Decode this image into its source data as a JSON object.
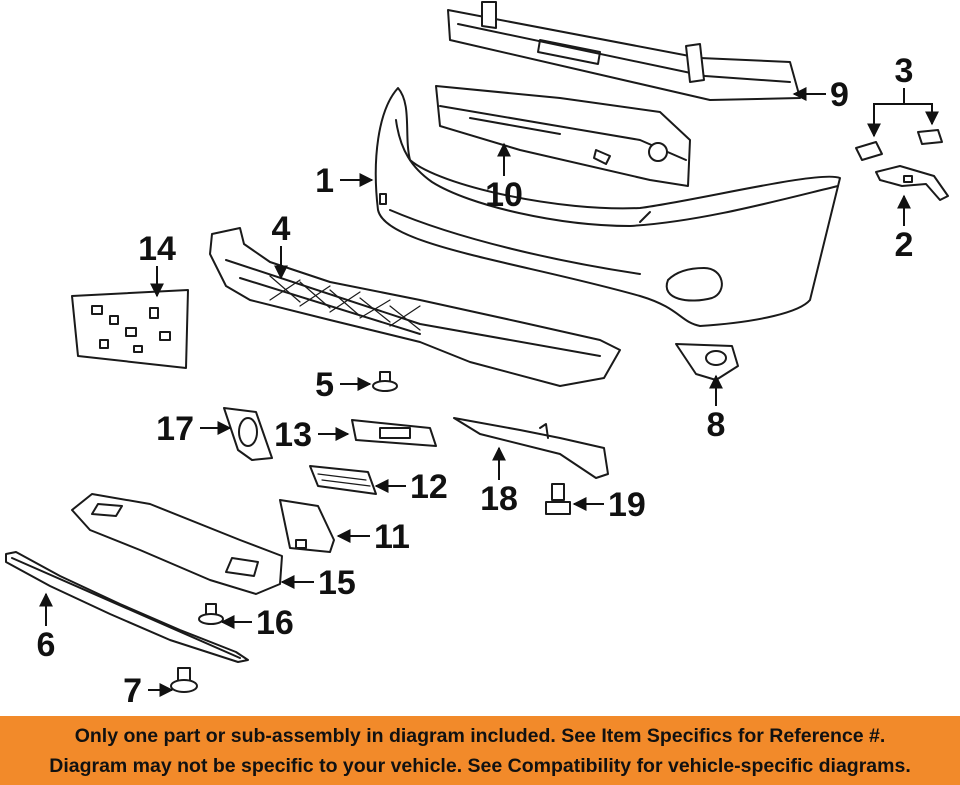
{
  "diagram": {
    "callouts": {
      "c1": "1",
      "c2": "2",
      "c3": "3",
      "c4": "4",
      "c5": "5",
      "c6": "6",
      "c7": "7",
      "c8": "8",
      "c9": "9",
      "c10": "10",
      "c11": "11",
      "c12": "12",
      "c13": "13",
      "c14": "14",
      "c15": "15",
      "c16": "16",
      "c17": "17",
      "c18": "18",
      "c19": "19"
    }
  },
  "banner": {
    "line1": "Only one part or sub-assembly in diagram included. See Item Specifics for Reference #.",
    "line2": "Diagram may not be specific to your vehicle. See Compatibility for vehicle-specific diagrams.",
    "background_color": "#f28a2a"
  }
}
